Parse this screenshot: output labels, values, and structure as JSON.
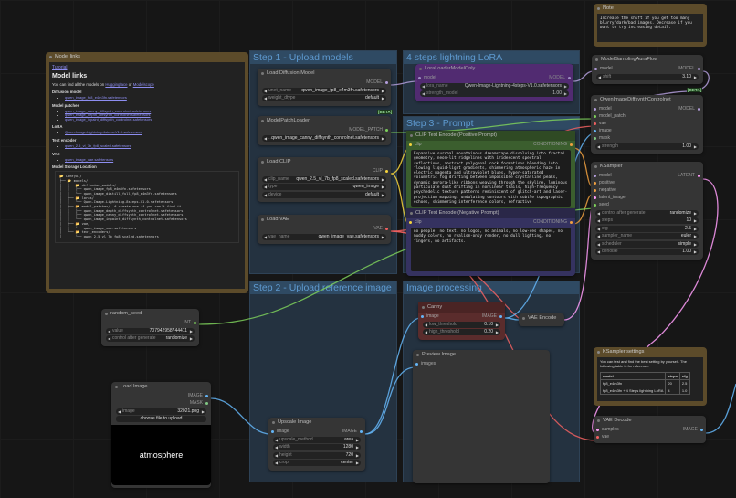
{
  "groups": {
    "step1": "Step 1 - Upload models",
    "lora": "4 steps lightning LoRA",
    "step3": "Step 3 - Prompt",
    "step2": "Step 2 - Upload reference image",
    "imgproc": "Image processing"
  },
  "model_links": {
    "title": "Model links",
    "tutorial": "Tutorial",
    "heading": "Model links",
    "intro_prefix": "You can find all the models on ",
    "link_hf": "Huggingface",
    "intro_or": " or ",
    "link_ms": "Modelscope",
    "sections": [
      {
        "label": "Diffusion model",
        "items": [
          "qwen_image_fp8_e4m3fn.safetensors"
        ]
      },
      {
        "label": "Model patches",
        "items": [
          "qwen_image_canny_diffsynth_controlnet.safetensors",
          "qwen_image_depth_diffsynth_controlnet.safetensors",
          "qwen_image_inpaint_diffsynth_controlnet.safetensors"
        ]
      },
      {
        "label": "LoRA",
        "items": [
          "Qwen-Image-Lightning-4steps-V1.0.safetensors"
        ]
      },
      {
        "label": "Text encoder",
        "items": [
          "qwen_2.5_vl_7b_fp8_scaled.safetensors"
        ]
      },
      {
        "label": "VAE",
        "items": [
          "qwen_image_vae.safetensors"
        ]
      }
    ],
    "storage_label": "Model Storage Location",
    "tree": "📂 ComfyUI/\n├── 📂 models/\n│   ├── 📂 diffusion_models/\n│   │   ├── qwen_image_fp8_e4m3fn.safetensors\n│   │   └── qwen_image_distill_full_fp8_e4m3fn.safetensors\n│   ├── 📂 loras/\n│   │   └── Qwen-Image-Lightning-8steps-V1.0.safetensors\n│   ├── 📂 model_patches/  # create one if you can't find it\n│   │   ├── qwen_image_depth_diffsynth_controlnet.safetensors\n│   │   ├── qwen_image_canny_diffsynth_controlnet.safetensors\n│   │   └── qwen_image_inpaint_diffsynth_controlnet.safetensors\n│   ├── 📂 vae/\n│   │   └── qwen_image_vae.safetensors\n│   └── 📂 text_encoders/\n│       └── qwen_2.5_vl_7b_fp8_scaled.safetensors"
  },
  "note": {
    "title": "Note",
    "text": "Increase the shift if you get too many blurry/dark/bad images. Decrease if you want to try increasing detail."
  },
  "ksampler_settings": {
    "title": "KSampler settings",
    "text": "You can test and find the best setting by yourself. The following table is for reference.",
    "headers": [
      "model",
      "steps",
      "cfg"
    ],
    "rows": [
      [
        "fp8_e4m3fn",
        "20",
        "2.5"
      ],
      [
        "fp8_e4m3fn + 4 Steps lightning LoRA",
        "4",
        "1.0"
      ]
    ]
  },
  "beta_label": "[BETA]",
  "colors": {
    "model": "#b39ddb",
    "clip": "#f5d33c",
    "vae": "#f06060",
    "conditioning": "#f0a040",
    "image": "#64b5f6",
    "latent": "#ff9cf9",
    "int": "#7ccf5a",
    "mask": "#81c784",
    "patch": "#7ccf5a"
  },
  "nodes": [
    {
      "id": "load_diffusion",
      "title": "Load Diffusion Model",
      "outputs": [
        {
          "name": "MODEL",
          "type": "model"
        }
      ],
      "widgets": [
        {
          "name": "unet_name",
          "value": "qwen_image_fp8_e4m3fn.safetensors"
        },
        {
          "name": "weight_dtype",
          "value": "default"
        }
      ]
    },
    {
      "id": "patch_loader",
      "title": "ModelPatchLoader",
      "outputs": [
        {
          "name": "MODEL_PATCH",
          "type": "patch"
        }
      ],
      "widgets": [
        {
          "name": "...",
          "value": "qwen_image_canny_diffsynth_controlnet.safetensors"
        }
      ]
    },
    {
      "id": "load_clip",
      "title": "Load CLIP",
      "outputs": [
        {
          "name": "CLIP",
          "type": "clip"
        }
      ],
      "widgets": [
        {
          "name": "clip_name",
          "value": "qwen_2.5_vl_7b_fp8_scaled.safetensors"
        },
        {
          "name": "type",
          "value": "qwen_image"
        },
        {
          "name": "device",
          "value": "default"
        }
      ]
    },
    {
      "id": "load_vae",
      "title": "Load VAE",
      "outputs": [
        {
          "name": "VAE",
          "type": "vae"
        }
      ],
      "widgets": [
        {
          "name": "vae_name",
          "value": "qwen_image_vae.safetensors"
        }
      ]
    },
    {
      "id": "lora",
      "title": "LoraLoaderModelOnly",
      "bypassed": true,
      "inputs": [
        {
          "name": "model",
          "type": "model"
        }
      ],
      "outputs": [
        {
          "name": "MODEL",
          "type": "model"
        }
      ],
      "widgets": [
        {
          "name": "lora_name",
          "value": "Qwen-Image-Lightning-4steps-V1.0.safetensors"
        },
        {
          "name": "strength_model",
          "value": "1.00"
        }
      ]
    },
    {
      "id": "clip_pos",
      "title": "CLIP Text Encode (Positive Prompt)",
      "theme": "green",
      "inputs": [
        {
          "name": "clip",
          "type": "clip"
        }
      ],
      "outputs": [
        {
          "name": "CONDITIONING",
          "type": "conditioning"
        }
      ],
      "text": "Expansive surreal mountainous dreamscape dissolving into fractal geometry, neon-lit ridgelines with iridescent spectral reflections, abstract polygonal rock formations blending into flowing liquid-light gradients, shimmering atmospheric haze in electric magenta and ultraviolet blues, hyper-saturated volumetric fog drifting between impossible crystalline peaks, dynamic aurora-like ribbons weaving through the skyline, luminous particulate dust drifting in nonlinear trails, high-frequency psychedelic texture patterns reminiscent of glitch-art and laser-projection mapping; undulating contours with subtle topographic echoes, shimmering interference colors, refractive"
    },
    {
      "id": "clip_neg",
      "title": "CLIP Text Encode (Negative Prompt)",
      "theme": "purple",
      "inputs": [
        {
          "name": "clip",
          "type": "clip"
        }
      ],
      "outputs": [
        {
          "name": "CONDITIONING",
          "type": "conditioning"
        }
      ],
      "text": "no people, no text, no logos, no animals, no low-res shapes, no muddy colors, no realism-only render, no dull lighting, no fingers, no artifacts."
    },
    {
      "id": "aura",
      "title": "ModelSamplingAuraFlow",
      "inputs": [
        {
          "name": "model",
          "type": "model"
        }
      ],
      "outputs": [
        {
          "name": "MODEL",
          "type": "model"
        }
      ],
      "widgets": [
        {
          "name": "shift",
          "value": "3.10"
        }
      ]
    },
    {
      "id": "controlnet",
      "title": "QwenImageDiffsynthControlnet",
      "inputs": [
        {
          "name": "model",
          "type": "model"
        },
        {
          "name": "model_patch",
          "type": "patch"
        },
        {
          "name": "vae",
          "type": "vae"
        },
        {
          "name": "image",
          "type": "image"
        },
        {
          "name": "mask",
          "type": "mask"
        }
      ],
      "outputs": [
        {
          "name": "MODEL",
          "type": "model"
        }
      ],
      "widgets": [
        {
          "name": "strength",
          "value": "1.00"
        }
      ]
    },
    {
      "id": "ksampler",
      "title": "KSampler",
      "inputs": [
        {
          "name": "model",
          "type": "model"
        },
        {
          "name": "positive",
          "type": "conditioning"
        },
        {
          "name": "negative",
          "type": "conditioning"
        },
        {
          "name": "latent_image",
          "type": "latent"
        },
        {
          "name": "seed",
          "type": "int"
        }
      ],
      "outputs": [
        {
          "name": "LATENT",
          "type": "latent"
        }
      ],
      "widgets": [
        {
          "name": "control after generate",
          "value": "randomize"
        },
        {
          "name": "steps",
          "value": "10"
        },
        {
          "name": "cfg",
          "value": "2.5"
        },
        {
          "name": "sampler_name",
          "value": "euler"
        },
        {
          "name": "scheduler",
          "value": "simple"
        },
        {
          "name": "denoise",
          "value": "1.00"
        }
      ]
    },
    {
      "id": "vae_decode",
      "title": "VAE Decode",
      "inputs": [
        {
          "name": "samples",
          "type": "latent"
        },
        {
          "name": "vae",
          "type": "vae"
        }
      ],
      "outputs": [
        {
          "name": "IMAGE",
          "type": "image"
        }
      ]
    },
    {
      "id": "random_seed",
      "title": "random_seed",
      "outputs": [
        {
          "name": "INT",
          "type": "int"
        }
      ],
      "widgets": [
        {
          "name": "value",
          "value": "707942958744411"
        },
        {
          "name": "control after generate",
          "value": "randomize"
        }
      ]
    },
    {
      "id": "load_image",
      "title": "Load Image",
      "outputs": [
        {
          "name": "IMAGE",
          "type": "image"
        },
        {
          "name": "MASK",
          "type": "mask"
        }
      ],
      "widgets": [
        {
          "name": "image",
          "value": "32021.png"
        }
      ],
      "button": "choose file to upload",
      "preview_text": "atmosphere"
    },
    {
      "id": "upscale",
      "title": "Upscale Image",
      "inputs": [
        {
          "name": "image",
          "type": "image"
        }
      ],
      "outputs": [
        {
          "name": "IMAGE",
          "type": "image"
        }
      ],
      "widgets": [
        {
          "name": "upscale_method",
          "value": "area"
        },
        {
          "name": "width",
          "value": "1280"
        },
        {
          "name": "height",
          "value": "720"
        },
        {
          "name": "crop",
          "value": "center"
        }
      ]
    },
    {
      "id": "canny",
      "title": "Canny",
      "theme": "red",
      "inputs": [
        {
          "name": "image",
          "type": "image"
        }
      ],
      "outputs": [
        {
          "name": "IMAGE",
          "type": "image"
        }
      ],
      "widgets": [
        {
          "name": "low_threshold",
          "value": "0.10"
        },
        {
          "name": "high_threshold",
          "value": "0.20"
        }
      ]
    },
    {
      "id": "vae_encode",
      "title": "VAE Encode",
      "collapsed": true
    },
    {
      "id": "preview",
      "title": "Preview Image",
      "inputs": [
        {
          "name": "images",
          "type": "image"
        }
      ]
    }
  ]
}
